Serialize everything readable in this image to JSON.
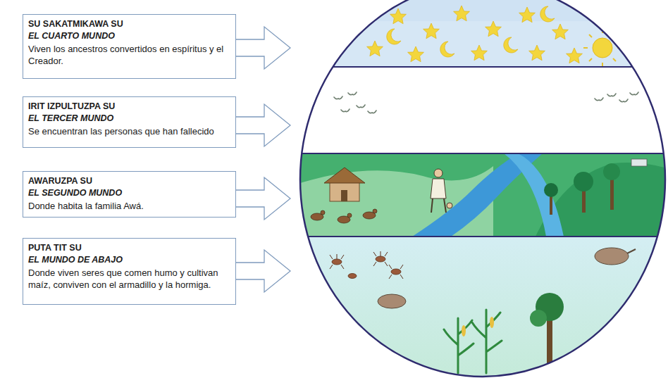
{
  "diagram": {
    "nodes": [
      {
        "text": [
          "SU SAKATMIKAWA SU",
          "EL CUARTO MUNDO",
          "Viven los ancestros convertidos en espíritus y el Creador."
        ]
      },
      {
        "text": [
          "IRIT IZPULTUZPA SU",
          "EL TERCER MUNDO",
          "Se encuentran las personas que han fallecido"
        ]
      },
      {
        "text": [
          "AWARUZPA SU",
          "EL SEGUNDO MUNDO",
          "Donde habita la familia Awá."
        ]
      },
      {
        "text": [
          "PUTA TIT SU",
          "EL MUNDO DE ABAJO",
          "Donde viven seres que comen humo y cultivan maíz, conviven con el armadillo y la hormiga."
        ]
      }
    ]
  }
}
